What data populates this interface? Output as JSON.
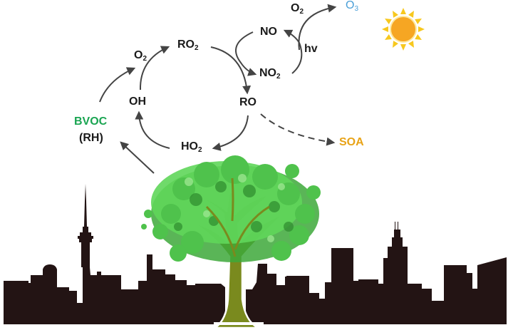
{
  "diagram": {
    "type": "atmospheric-chemistry-schematic",
    "colors": {
      "text": "#1a1a1a",
      "bvoc": "#1aa552",
      "soa": "#e8a317",
      "o3": "#4a9fd8",
      "arrow": "#444444",
      "skyline": "#231414",
      "trunk": "#7a8a1e",
      "leaf_light": "#5fd65a",
      "leaf_dark": "#2e9a2e",
      "sun_core": "#f6a623",
      "sun_rays": "#f7c81e"
    },
    "nodes": {
      "bvoc": "BVOC",
      "rh": "(RH)",
      "oh": "OH",
      "o2_left": {
        "base": "O",
        "sub": "2"
      },
      "ro2": {
        "base": "RO",
        "sub": "2"
      },
      "ro": "RO",
      "ho2": {
        "base": "HO",
        "sub": "2"
      },
      "no": "NO",
      "no2": {
        "base": "NO",
        "sub": "2"
      },
      "hv": "hv",
      "o2_top": {
        "base": "O",
        "sub": "2"
      },
      "o3": {
        "base": "O",
        "sub": "3"
      },
      "soa": "SOA"
    },
    "edges": [
      {
        "from": "tree",
        "to": "BVOC (RH)",
        "style": "solid"
      },
      {
        "from": "BVOC (RH)",
        "to": "O2",
        "style": "solid"
      },
      {
        "from": "OH",
        "to": "RO2",
        "style": "solid"
      },
      {
        "from": "RO2",
        "to": "RO",
        "style": "solid"
      },
      {
        "from": "NO",
        "to": "NO2",
        "style": "solid"
      },
      {
        "from": "NO2",
        "to": "NO",
        "via": "hv",
        "style": "solid"
      },
      {
        "from": "hv",
        "to": "O3",
        "via": "O2",
        "style": "solid"
      },
      {
        "from": "RO",
        "to": "HO2",
        "style": "solid"
      },
      {
        "from": "HO2",
        "to": "OH",
        "style": "solid"
      },
      {
        "from": "RO",
        "to": "SOA",
        "style": "dashed"
      }
    ],
    "illustrations": [
      "sun",
      "deciduous-tree",
      "city-skyline-with-tv-tower",
      "city-skyline-with-twin-antenna-skyscraper"
    ]
  }
}
